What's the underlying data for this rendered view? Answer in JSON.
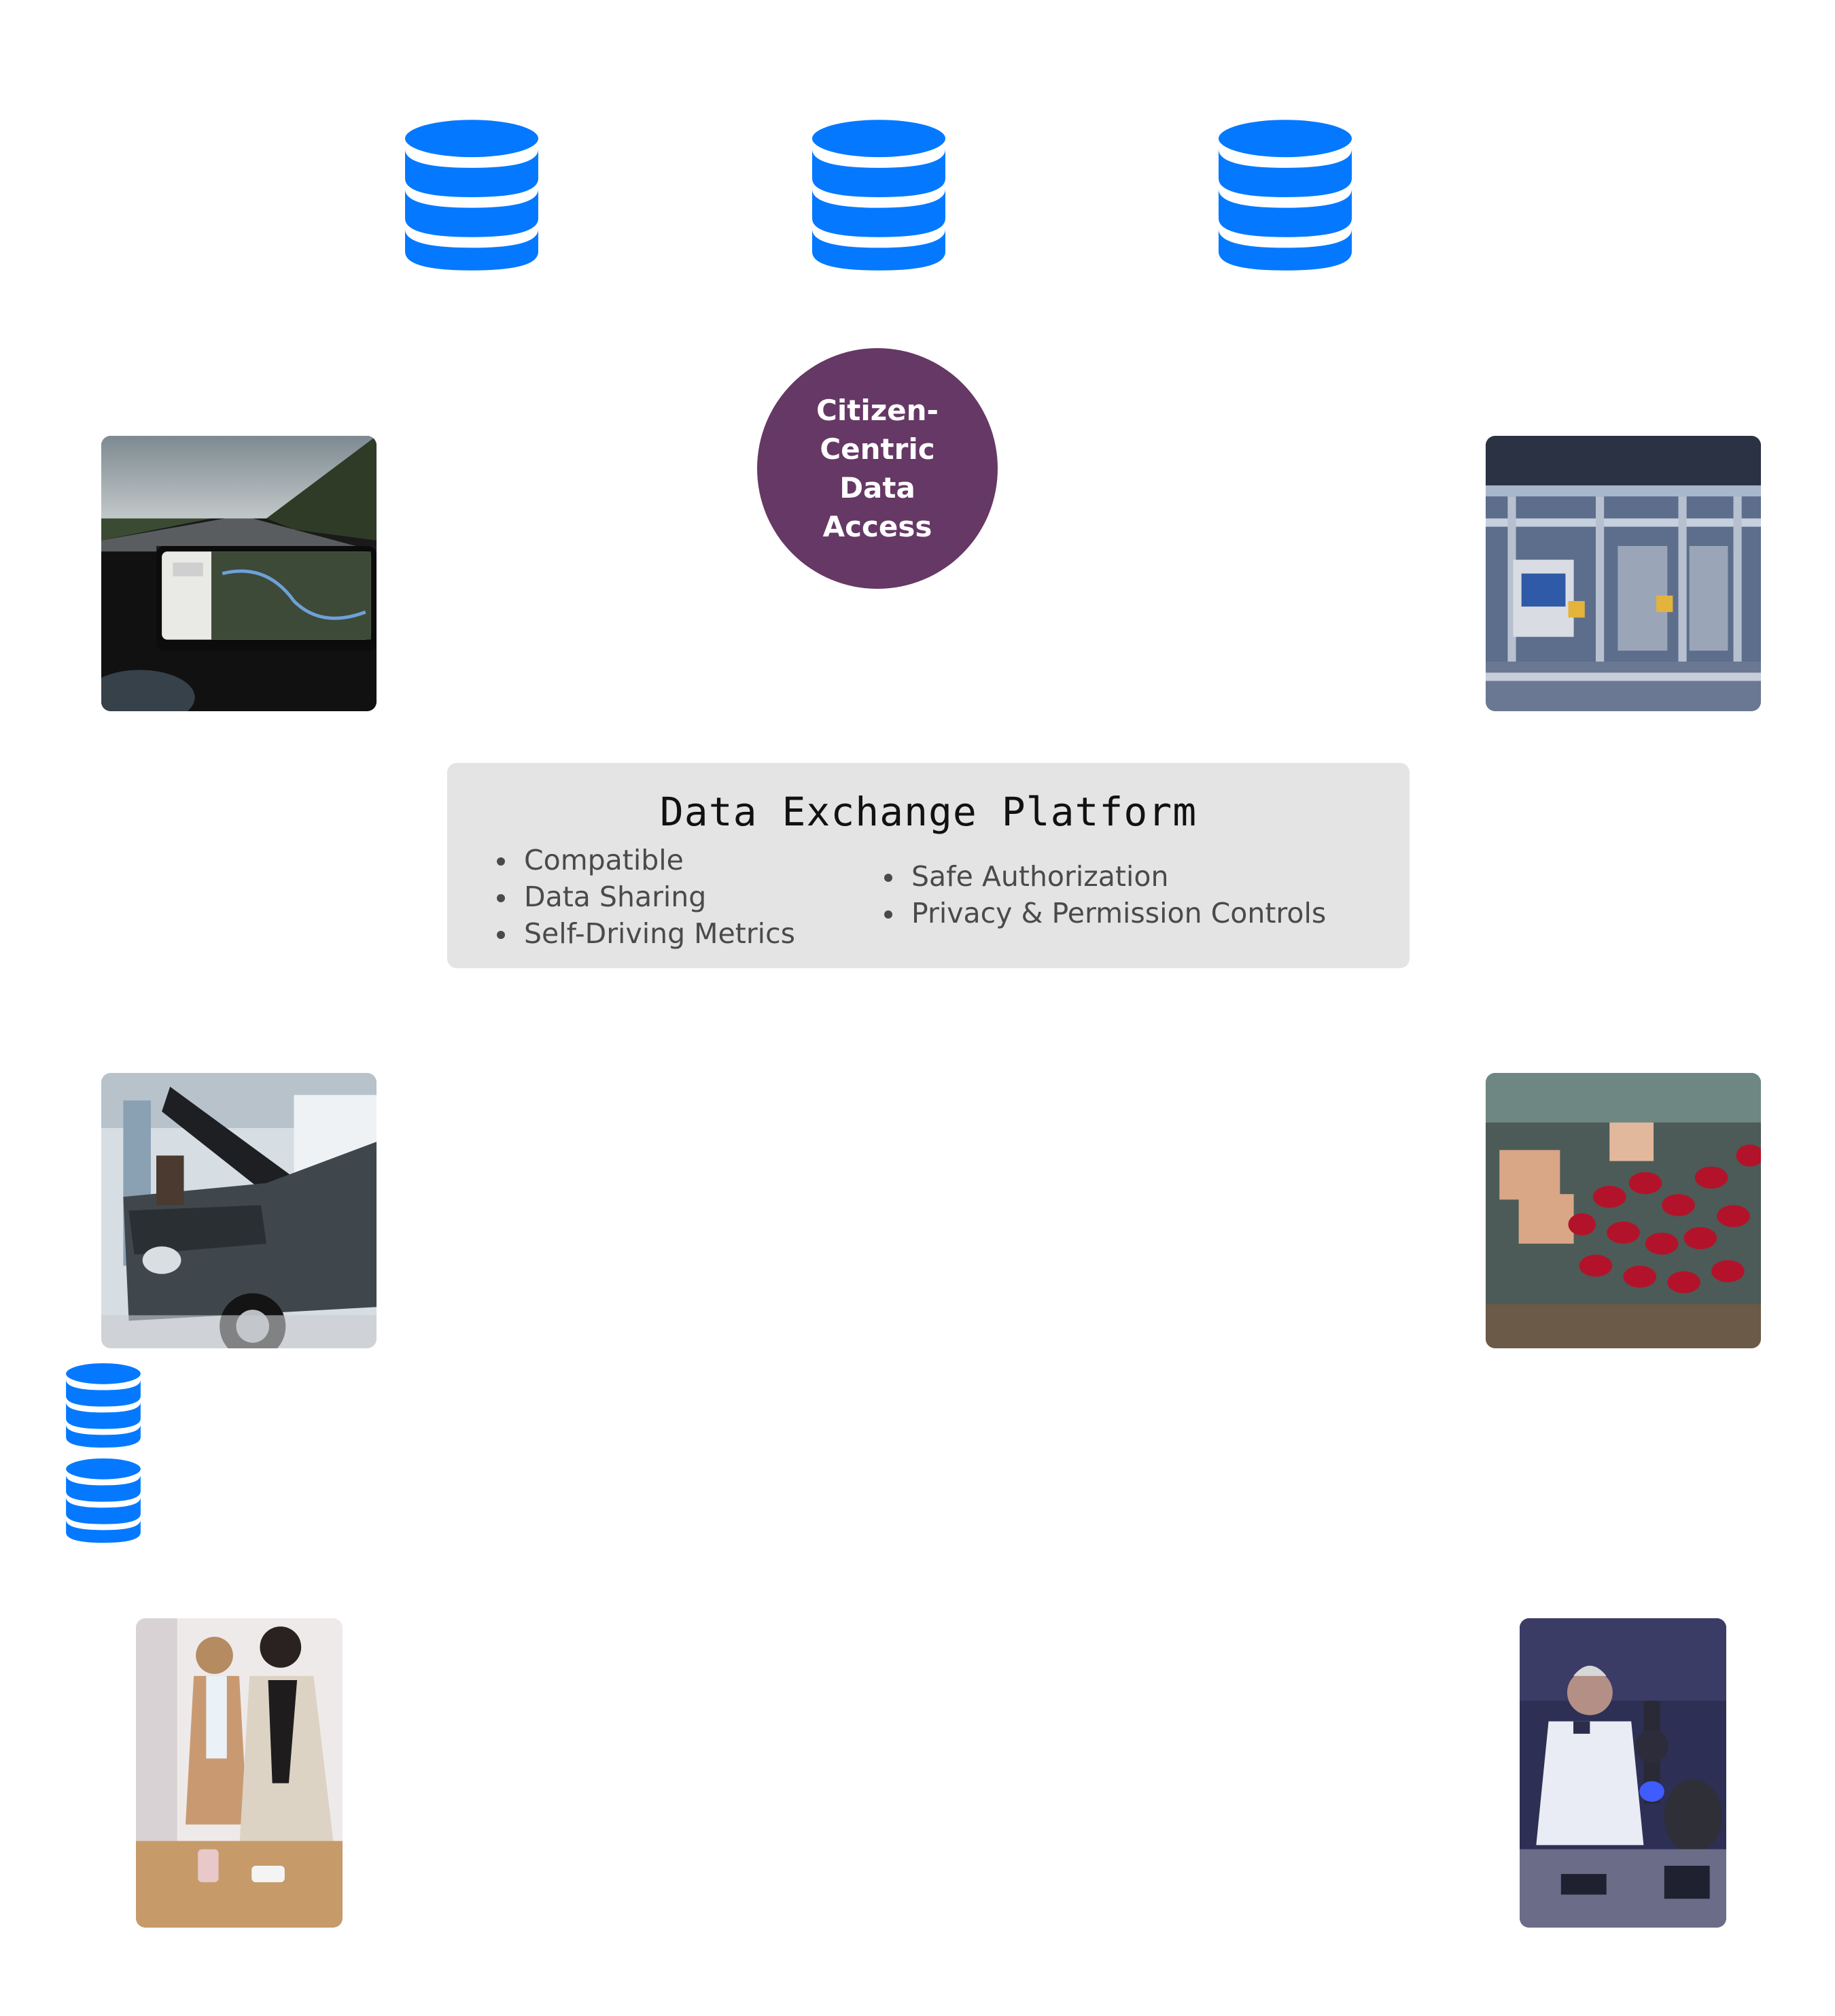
{
  "hub": {
    "label": "Citizen-Centric Data Access",
    "color": "#663865"
  },
  "platform": {
    "title": "Data Exchange Platform",
    "features_left": [
      "Compatible",
      "Data Sharing",
      "Self-Driving Metrics"
    ],
    "features_right": [
      "Safe Authorization",
      "Privacy & Permission Controls"
    ],
    "background": "#e4e4e4"
  },
  "icons": {
    "database_color": "#0479ff",
    "database_icon": "database-icon"
  },
  "photos": [
    "car-dashboard-photo",
    "factory-machinery-photo",
    "auto-repair-garage-photo",
    "fire-extinguishers-photo",
    "retail-payment-photo",
    "laboratory-microscope-photo"
  ]
}
